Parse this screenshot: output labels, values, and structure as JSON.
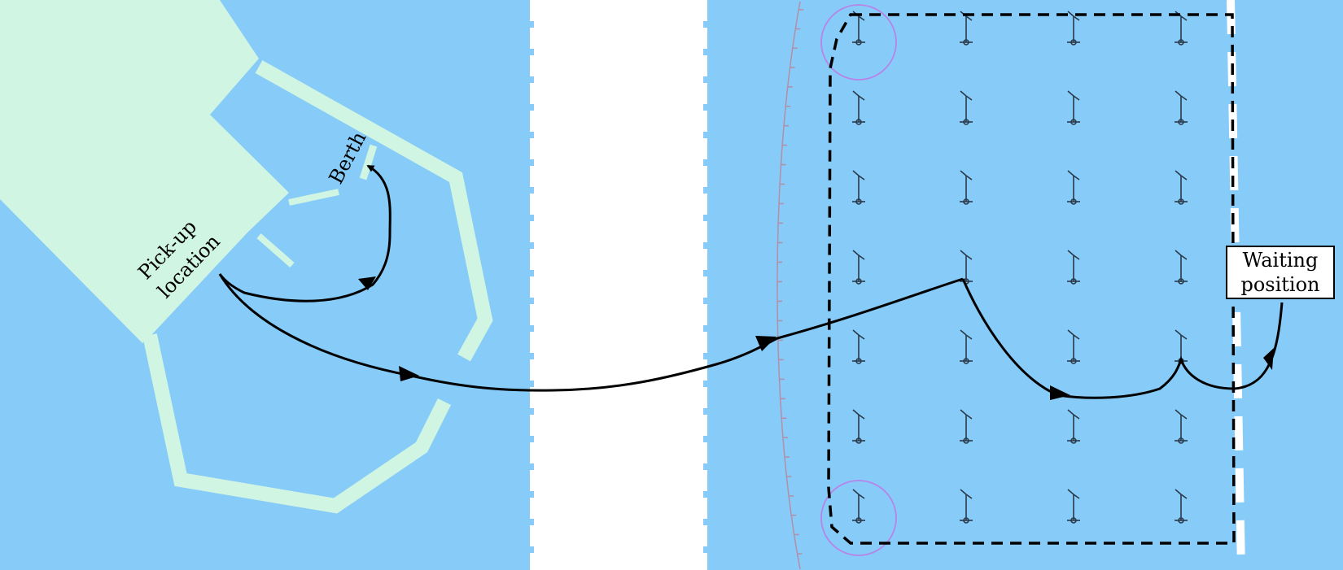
{
  "labels": {
    "berth": "Berth",
    "pickup_line1": "Pick-up",
    "pickup_line2": "location",
    "waiting_line1": "Waiting",
    "waiting_line2": "position"
  },
  "turbine_grid": {
    "columns": 4,
    "rows": 7
  },
  "colors": {
    "water": "#87cbf8",
    "land": "#d0f5e2",
    "gap": "#ffffff",
    "route": "#000000",
    "zone_circle": "#b784e8",
    "boundary": "#b48ea6"
  }
}
